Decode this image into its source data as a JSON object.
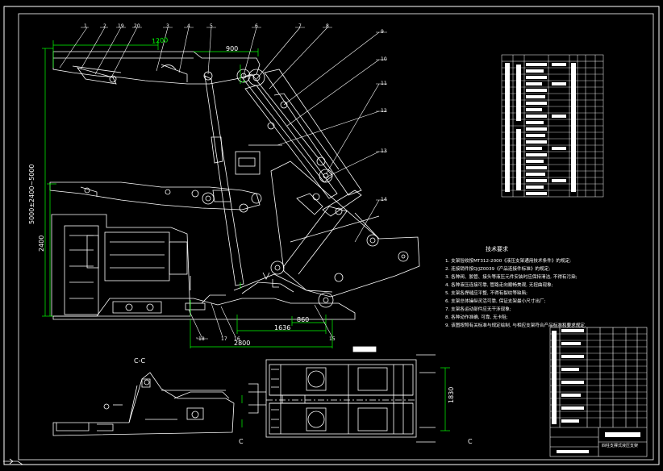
{
  "drawing": {
    "background": "#000000",
    "frame_color": "#ffffff",
    "geometry_color": "#ffffff",
    "dimension_color": "#00ff00",
    "leader_color": "#ffffff"
  },
  "dimensions": {
    "top_width_1": "1200",
    "top_width_2": "900",
    "height_range": "5000±2400~5000",
    "height_2": "2400",
    "base_1": "2800",
    "base_2": "1636",
    "base_3": "860",
    "plan_width": "1830"
  },
  "part_numbers": [
    "1",
    "2",
    "19",
    "20",
    "3",
    "4",
    "5",
    "6",
    "7",
    "8",
    "9",
    "10",
    "11",
    "12",
    "13",
    "14",
    "15",
    "16",
    "17",
    "18"
  ],
  "section_labels": {
    "top": "C-C",
    "bottom_left": "C",
    "bottom_right": "C"
  },
  "tech_requirements": {
    "title": "技术要求",
    "lines": [
      "1. 支架验收按MT312-2000《液压支架通用技术条件》的规定;",
      "2. 连接销件按Q/JZ0039《产品连接件标准》的规定;",
      "3. 各种阀、胶管、接头等液压元件安装时应保持清洁, 不得有污染;",
      "4. 各种液压连接可靠, 管路走向顺畅美观, 无扭曲现象;",
      "5. 支架各焊缝应平整, 不得有裂纹等缺陷;",
      "6. 支架总体操纵灵活可靠, 保证支架最小尺寸出厂;",
      "7. 支架各运动部件应无干涉现象;",
      "8. 各种动作准确, 可靠, 无卡阻;",
      "9. 该图按照有关标准与规定绘制, 与相应支架符合产品标准和要求规定."
    ]
  },
  "title_block": {
    "text": "四柱支撑式液压支架"
  }
}
